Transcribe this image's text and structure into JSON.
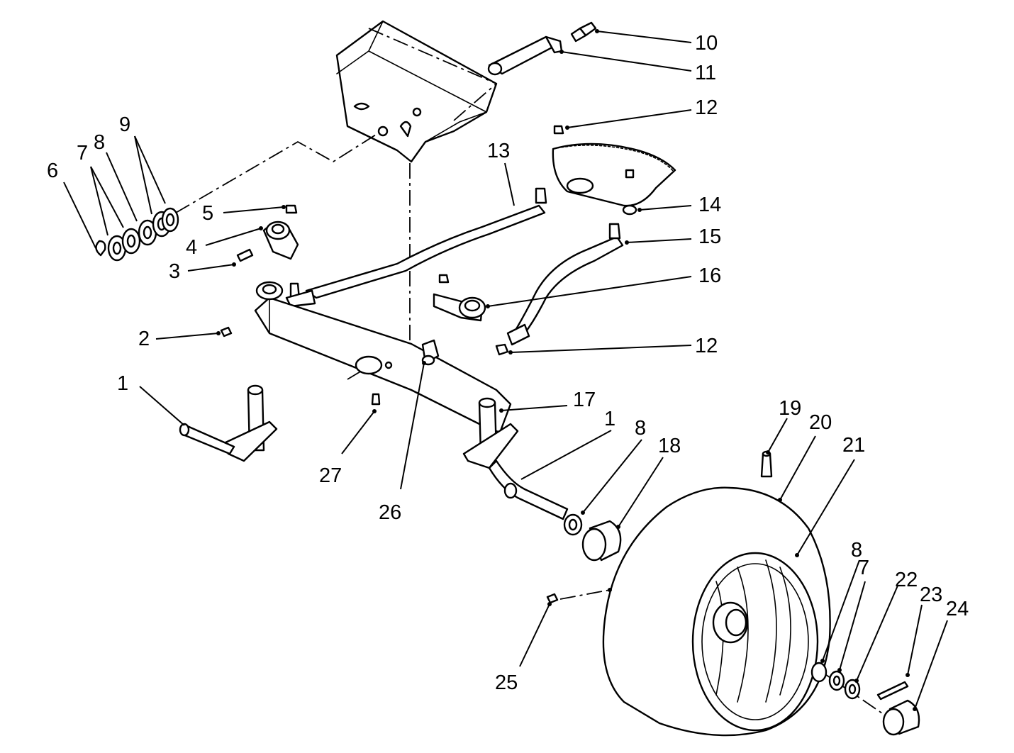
{
  "callouts": [
    {
      "key": "c1a",
      "text": "1"
    },
    {
      "key": "c1b",
      "text": "1"
    },
    {
      "key": "c2",
      "text": "2"
    },
    {
      "key": "c3",
      "text": "3"
    },
    {
      "key": "c4",
      "text": "4"
    },
    {
      "key": "c5",
      "text": "5"
    },
    {
      "key": "c6",
      "text": "6"
    },
    {
      "key": "c7a",
      "text": "7"
    },
    {
      "key": "c7b",
      "text": "7"
    },
    {
      "key": "c8a",
      "text": "8"
    },
    {
      "key": "c8b",
      "text": "8"
    },
    {
      "key": "c8c",
      "text": "8"
    },
    {
      "key": "c9",
      "text": "9"
    },
    {
      "key": "c10",
      "text": "10"
    },
    {
      "key": "c11",
      "text": "11"
    },
    {
      "key": "c12a",
      "text": "12"
    },
    {
      "key": "c12b",
      "text": "12"
    },
    {
      "key": "c13",
      "text": "13"
    },
    {
      "key": "c14",
      "text": "14"
    },
    {
      "key": "c15",
      "text": "15"
    },
    {
      "key": "c16",
      "text": "16"
    },
    {
      "key": "c17",
      "text": "17"
    },
    {
      "key": "c18",
      "text": "18"
    },
    {
      "key": "c19",
      "text": "19"
    },
    {
      "key": "c20",
      "text": "20"
    },
    {
      "key": "c21",
      "text": "21"
    },
    {
      "key": "c22",
      "text": "22"
    },
    {
      "key": "c23",
      "text": "23"
    },
    {
      "key": "c24",
      "text": "24"
    },
    {
      "key": "c25",
      "text": "25"
    },
    {
      "key": "c26",
      "text": "26"
    },
    {
      "key": "c27",
      "text": "27"
    }
  ]
}
